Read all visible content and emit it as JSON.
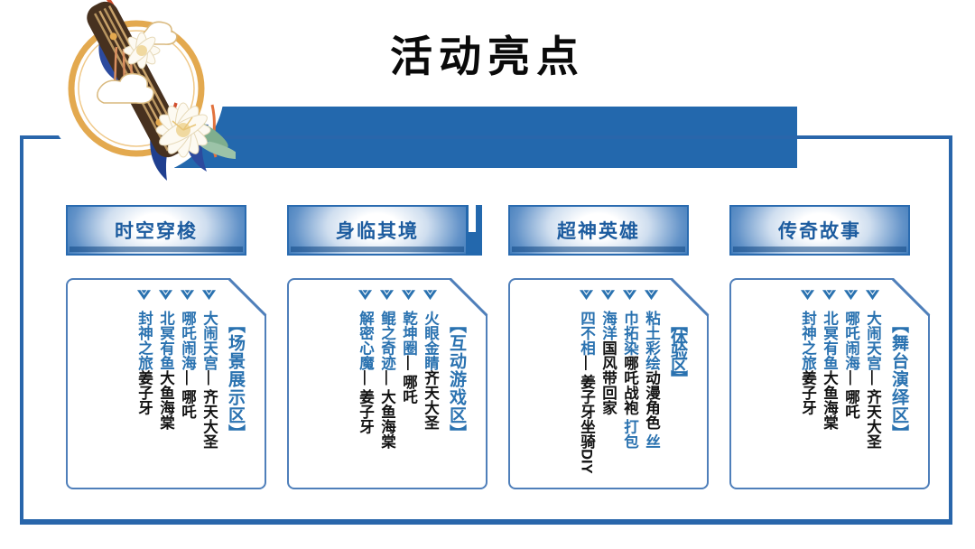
{
  "slide": {
    "title": "活动亮点"
  },
  "palette": {
    "primary_blue": "#2368ad",
    "frame_blue": "#2966ab",
    "card_border_blue": "#4f7fba",
    "item_blue": "#2a72b0",
    "item_black": "#121212",
    "button_text_blue": "#1d5c9f",
    "ring_gold": "#e3a94f"
  },
  "icons": {
    "bullet": "double-chevron-down-arrow-icon",
    "decoration": "guzheng-with-epiphyllum-flowers-illustration"
  },
  "sections": [
    {
      "tab": "时空穿梭",
      "title": "【场景展示区】",
      "items": [
        {
          "segments": [
            {
              "text": "大闹天宫",
              "color": "blue"
            },
            {
              "text": "— 齐天大圣",
              "color": "black"
            }
          ]
        },
        {
          "segments": [
            {
              "text": "哪吒闹海",
              "color": "blue"
            },
            {
              "text": "— 哪吒",
              "color": "black"
            }
          ]
        },
        {
          "segments": [
            {
              "text": "北冥有鱼",
              "color": "blue"
            },
            {
              "text": "大鱼海棠",
              "color": "black"
            }
          ]
        },
        {
          "segments": [
            {
              "text": "封神之旅",
              "color": "blue"
            },
            {
              "text": "姜子牙",
              "color": "black"
            }
          ]
        }
      ]
    },
    {
      "tab": "身临其境",
      "title": "【互动游戏区】",
      "items": [
        {
          "segments": [
            {
              "text": "火眼金睛",
              "color": "blue"
            },
            {
              "text": "齐天大圣",
              "color": "black"
            }
          ]
        },
        {
          "segments": [
            {
              "text": "乾坤圈",
              "color": "blue"
            },
            {
              "text": "— 哪吒",
              "color": "black"
            }
          ]
        },
        {
          "segments": [
            {
              "text": "鲲之奇迹",
              "color": "blue"
            },
            {
              "text": "— 大鱼海棠",
              "color": "black"
            }
          ]
        },
        {
          "segments": [
            {
              "text": "解密心魔",
              "color": "blue"
            },
            {
              "text": "— 姜子牙",
              "color": "black"
            }
          ]
        }
      ]
    },
    {
      "tab": "超神英雄",
      "title": "【体验区】",
      "items": [
        {
          "segments": [
            {
              "text": "粘土彩绘",
              "color": "blue"
            },
            {
              "text": "动漫角色",
              "color": "black"
            },
            {
              "text": " 丝",
              "color": "blue"
            }
          ]
        },
        {
          "segments": [
            {
              "text": "巾拓染",
              "color": "blue"
            },
            {
              "text": "哪吒战袍",
              "color": "black"
            },
            {
              "text": " 打包",
              "color": "blue"
            }
          ]
        },
        {
          "segments": [
            {
              "text": "海洋",
              "color": "blue"
            },
            {
              "text": "国风带回家",
              "color": "black"
            }
          ]
        },
        {
          "segments": [
            {
              "text": "四不相",
              "color": "blue"
            },
            {
              "text": "— 姜子牙坐骑DIY",
              "color": "black"
            }
          ]
        }
      ]
    },
    {
      "tab": "传奇故事",
      "title": "【舞台演绎区】",
      "items": [
        {
          "segments": [
            {
              "text": "大闹天宫",
              "color": "blue"
            },
            {
              "text": "— 齐天大圣",
              "color": "black"
            }
          ]
        },
        {
          "segments": [
            {
              "text": "哪吒闹海",
              "color": "blue"
            },
            {
              "text": "— 哪吒",
              "color": "black"
            }
          ]
        },
        {
          "segments": [
            {
              "text": "北冥有鱼",
              "color": "blue"
            },
            {
              "text": "大鱼海棠",
              "color": "black"
            }
          ]
        },
        {
          "segments": [
            {
              "text": "封神之旅",
              "color": "blue"
            },
            {
              "text": "姜子牙",
              "color": "black"
            }
          ]
        }
      ]
    }
  ]
}
